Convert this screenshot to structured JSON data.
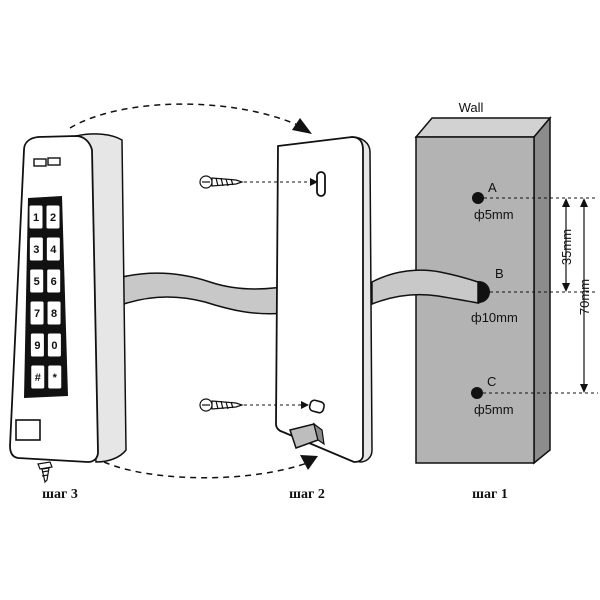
{
  "wall": {
    "title": "Wall",
    "holes": [
      {
        "letter": "A",
        "diameter": "ф5mm"
      },
      {
        "letter": "B",
        "diameter": "ф10mm"
      },
      {
        "letter": "C",
        "diameter": "ф5mm"
      }
    ],
    "dim_short": "35mm",
    "dim_long": "70mm"
  },
  "steps": {
    "step1": "шаг 1",
    "step2": "шаг 2",
    "step3": "шаг 3"
  },
  "keypad": {
    "keys": [
      "1",
      "2",
      "3",
      "4",
      "5",
      "6",
      "7",
      "8",
      "9",
      "0",
      "#",
      "*"
    ]
  },
  "colors": {
    "wall_fill": "#b3b3b3",
    "wall_side": "#8c8c8c",
    "line": "#111111",
    "cable": "#c8c8c8"
  }
}
